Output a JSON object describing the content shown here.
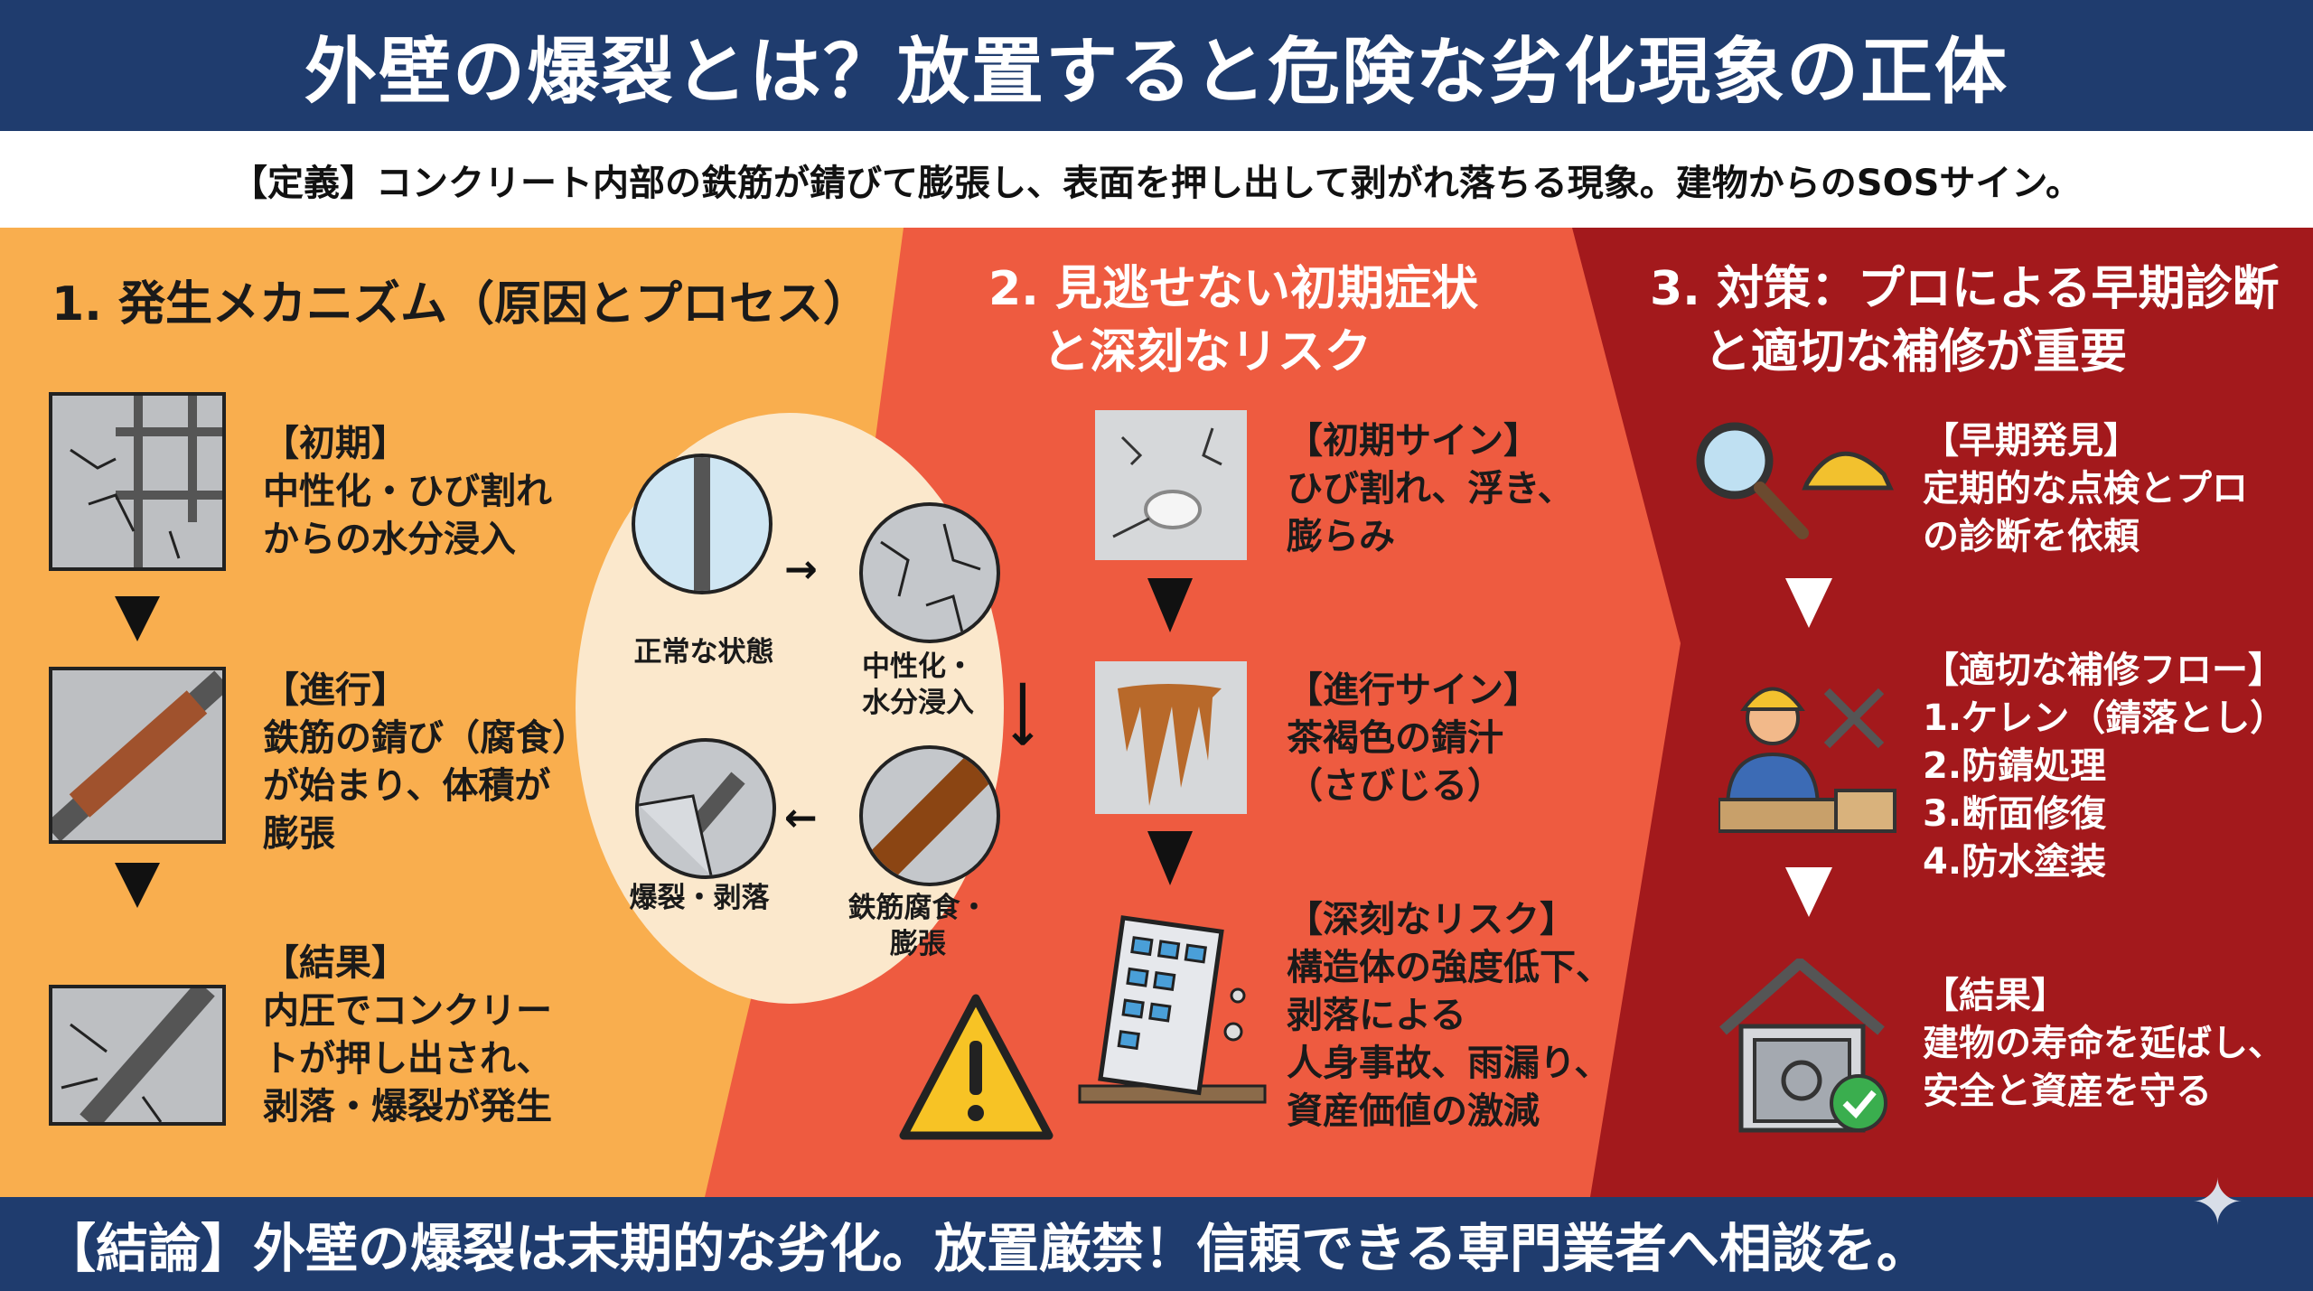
{
  "header": {
    "title": "外壁の爆裂とは？放置すると危険な劣化現象の正体"
  },
  "definition": {
    "text": "【定義】コンクリート内部の鉄筋が錆びて膨張し、表面を押し出して剥がれ落ちる現象。建物からのSOSサイン。"
  },
  "colors": {
    "navy": "#1F3C6E",
    "orange": "#F9AE4E",
    "red_orange": "#EE5B40",
    "dark_red": "#A3191C",
    "cream": "#FBE8CC"
  },
  "panel1": {
    "title": "1. 発生メカニズム（原因とプロセス）",
    "steps": [
      {
        "icon": "cracked-concrete-rebar-icon",
        "heading": "【初期】",
        "lines": [
          "中性化・ひび割れ",
          "からの水分浸入"
        ]
      },
      {
        "icon": "rusting-rebar-icon",
        "heading": "【進行】",
        "lines": [
          "鉄筋の錆び（腐食）",
          "が始まり、体積が",
          "膨張"
        ]
      },
      {
        "icon": "spalling-concrete-icon",
        "heading": "【結果】",
        "lines": [
          "内圧でコンクリー",
          "トが押し出され、",
          "剥落・爆裂が発生"
        ]
      }
    ],
    "cycle": {
      "labels": [
        "正常な状態",
        "中性化・\n水分浸入",
        "鉄筋腐食・\n膨張",
        "爆裂・剥落"
      ]
    }
  },
  "panel2": {
    "title_lines": [
      "2. 見逃せない初期症状",
      "と深刻なリスク"
    ],
    "steps": [
      {
        "icon": "bulging-crack-icon",
        "heading": "【初期サイン】",
        "lines": [
          "ひび割れ、浮き、",
          "膨らみ"
        ]
      },
      {
        "icon": "rust-stain-icon",
        "heading": "【進行サイン】",
        "lines": [
          "茶褐色の錆汁",
          "（さびじる）"
        ]
      },
      {
        "icon": "collapsing-building-icon",
        "heading": "【深刻なリスク】",
        "lines": [
          "構造体の強度低下、",
          "剥落による",
          "人身事故、雨漏り、",
          "資産価値の激減"
        ]
      }
    ],
    "warning_icon": "warning-triangle-icon"
  },
  "panel3": {
    "title_lines": [
      "3. 対策：プロによる早期診断",
      "と適切な補修が重要"
    ],
    "steps": [
      {
        "icon": "magnifier-helmet-icon",
        "heading": "【早期発見】",
        "lines": [
          "定期的な点検とプロ",
          "の診断を依頼"
        ]
      },
      {
        "icon": "worker-tools-icon",
        "heading": "【適切な補修フロー】",
        "lines": [
          "1.ケレン（錆落とし）",
          "2.防錆処理",
          "3.断面修復",
          "4.防水塗装"
        ]
      },
      {
        "icon": "house-safe-check-icon",
        "heading": "【結果】",
        "lines": [
          "建物の寿命を延ばし、",
          "安全と資産を守る"
        ]
      }
    ]
  },
  "footer": {
    "text": "【結論】外壁の爆裂は末期的な劣化。放置厳禁！信頼できる専門業者へ相談を。"
  }
}
